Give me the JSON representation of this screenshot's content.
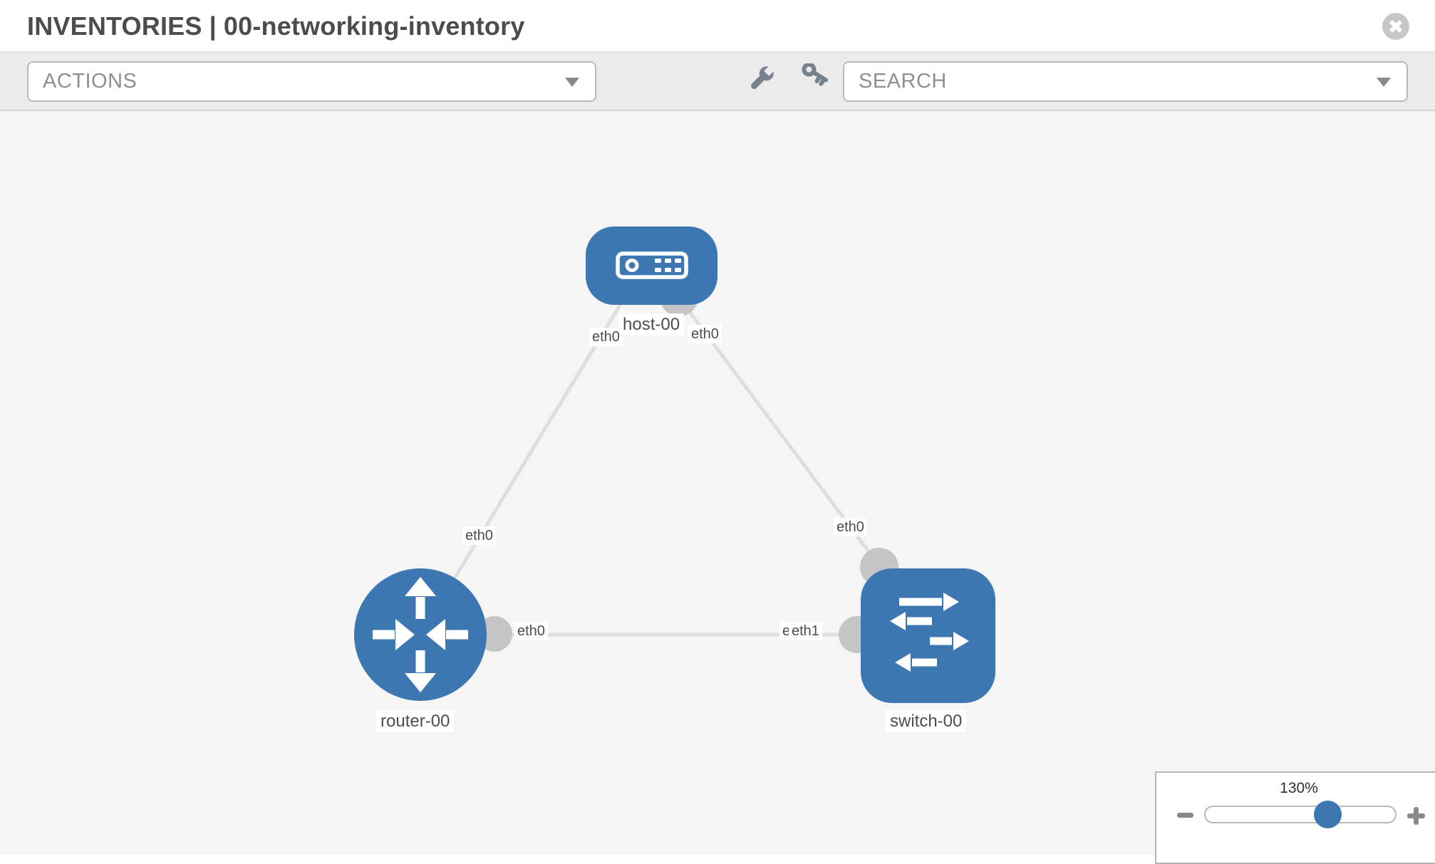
{
  "header": {
    "section_title": "INVENTORIES",
    "separator": "|",
    "inventory_name": "00-networking-inventory"
  },
  "toolbar": {
    "actions_placeholder": "ACTIONS",
    "search_placeholder": "SEARCH"
  },
  "icons": {
    "header_close": "x-circle-icon",
    "toolbar_tools": "wrench-icon",
    "toolbar_credentials": "key-icon",
    "dropdown_caret": "caret-down-icon",
    "zoom_out": "minus-icon",
    "zoom_in": "plus-icon",
    "node_host": "server-icon",
    "node_router": "router-arrows-icon",
    "node_switch": "switch-arrows-icon"
  },
  "topology": {
    "nodes": [
      {
        "id": "host-00",
        "type": "host",
        "label": "host-00",
        "shape": "rounded-rectangle"
      },
      {
        "id": "router-00",
        "type": "router",
        "label": "router-00",
        "shape": "circle"
      },
      {
        "id": "switch-00",
        "type": "switch",
        "label": "switch-00",
        "shape": "rounded-square"
      }
    ],
    "links": [
      {
        "from": "host-00",
        "to": "router-00",
        "from_interface": "eth0",
        "to_interface": "eth0"
      },
      {
        "from": "host-00",
        "to": "switch-00",
        "from_interface": "eth0",
        "to_interface": "eth0"
      },
      {
        "from": "router-00",
        "to": "switch-00",
        "from_interface": "eth0",
        "to_interface": "eth1",
        "to_interface_overlapped": "eth0"
      }
    ]
  },
  "zoom_control": {
    "zoom_level": "130%"
  },
  "colors": {
    "node_blue": "#3c77b2",
    "link_gray": "#dedede",
    "interface_gray": "#c5c5c5",
    "canvas_bg": "#f5f5f6",
    "toolbar_bg": "#ebebeb",
    "icon_gray": "#78828e",
    "label_text": "#4d4d4d",
    "title_text": "#4c4c4c",
    "control_border": "#b9b9b9"
  }
}
